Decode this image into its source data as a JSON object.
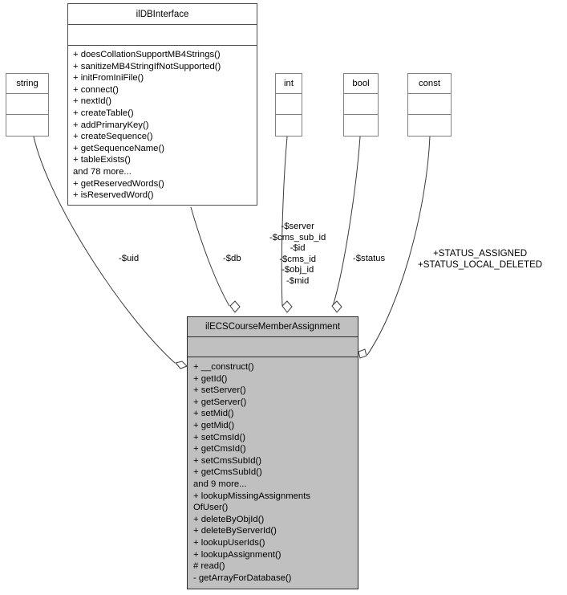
{
  "diagram": {
    "type": "uml-class-diagram",
    "title": "ilECSCourseMemberAssignment class collaboration diagram",
    "background": "#ffffff",
    "primary_fill": "#c0c0c0",
    "border_color": "#808080"
  },
  "classes": {
    "ildbinterface": {
      "name": "ilDBInterface",
      "attributes": [],
      "operations": [
        "+ doesCollationSupportMB4Strings()",
        "+ sanitizeMB4StringIfNotSupported()",
        "+ initFromIniFile()",
        "+ connect()",
        "+ nextId()",
        "+ createTable()",
        "+ addPrimaryKey()",
        "+ createSequence()",
        "+ getSequenceName()",
        "+ tableExists()",
        "and 78 more...",
        "+ getReservedWords()",
        "+ isReservedWord()"
      ]
    },
    "string": {
      "name": "string",
      "attributes": [],
      "operations": []
    },
    "int": {
      "name": "int",
      "attributes": [],
      "operations": []
    },
    "bool": {
      "name": "bool",
      "attributes": [],
      "operations": []
    },
    "const": {
      "name": "const",
      "attributes": [],
      "operations": []
    },
    "main": {
      "name": "ilECSCourseMemberAssignment",
      "attributes": [],
      "operations": [
        "+ __construct()",
        "+ getId()",
        "+ setServer()",
        "+ getServer()",
        "+ setMid()",
        "+ getMid()",
        "+ setCmsId()",
        "+ getCmsId()",
        "+ setCmsSubId()",
        "+ getCmsSubId()",
        "and 9 more...",
        "+ lookupMissingAssignments",
        "OfUser()",
        "+ deleteByObjId()",
        "+ deleteByServerId()",
        "+ lookupUserIds()",
        "+ lookupAssignment()",
        "# read()",
        "- getArrayForDatabase()"
      ]
    }
  },
  "edges": {
    "uid": {
      "label": "-$uid",
      "from": "string",
      "to": "main",
      "kind": "aggregation"
    },
    "db": {
      "label": "-$db",
      "from": "ildbinterface",
      "to": "main",
      "kind": "aggregation"
    },
    "multi": {
      "label": "-$server\n-$cms_sub_id\n-$id\n-$cms_id\n-$obj_id\n-$mid",
      "from": "int",
      "to": "main",
      "kind": "aggregation"
    },
    "status": {
      "label": "-$status",
      "from": "bool",
      "to": "main",
      "kind": "aggregation"
    },
    "const": {
      "label": "+STATUS_ASSIGNED\n+STATUS_LOCAL_DELETED",
      "from": "const",
      "to": "main",
      "kind": "aggregation"
    }
  }
}
